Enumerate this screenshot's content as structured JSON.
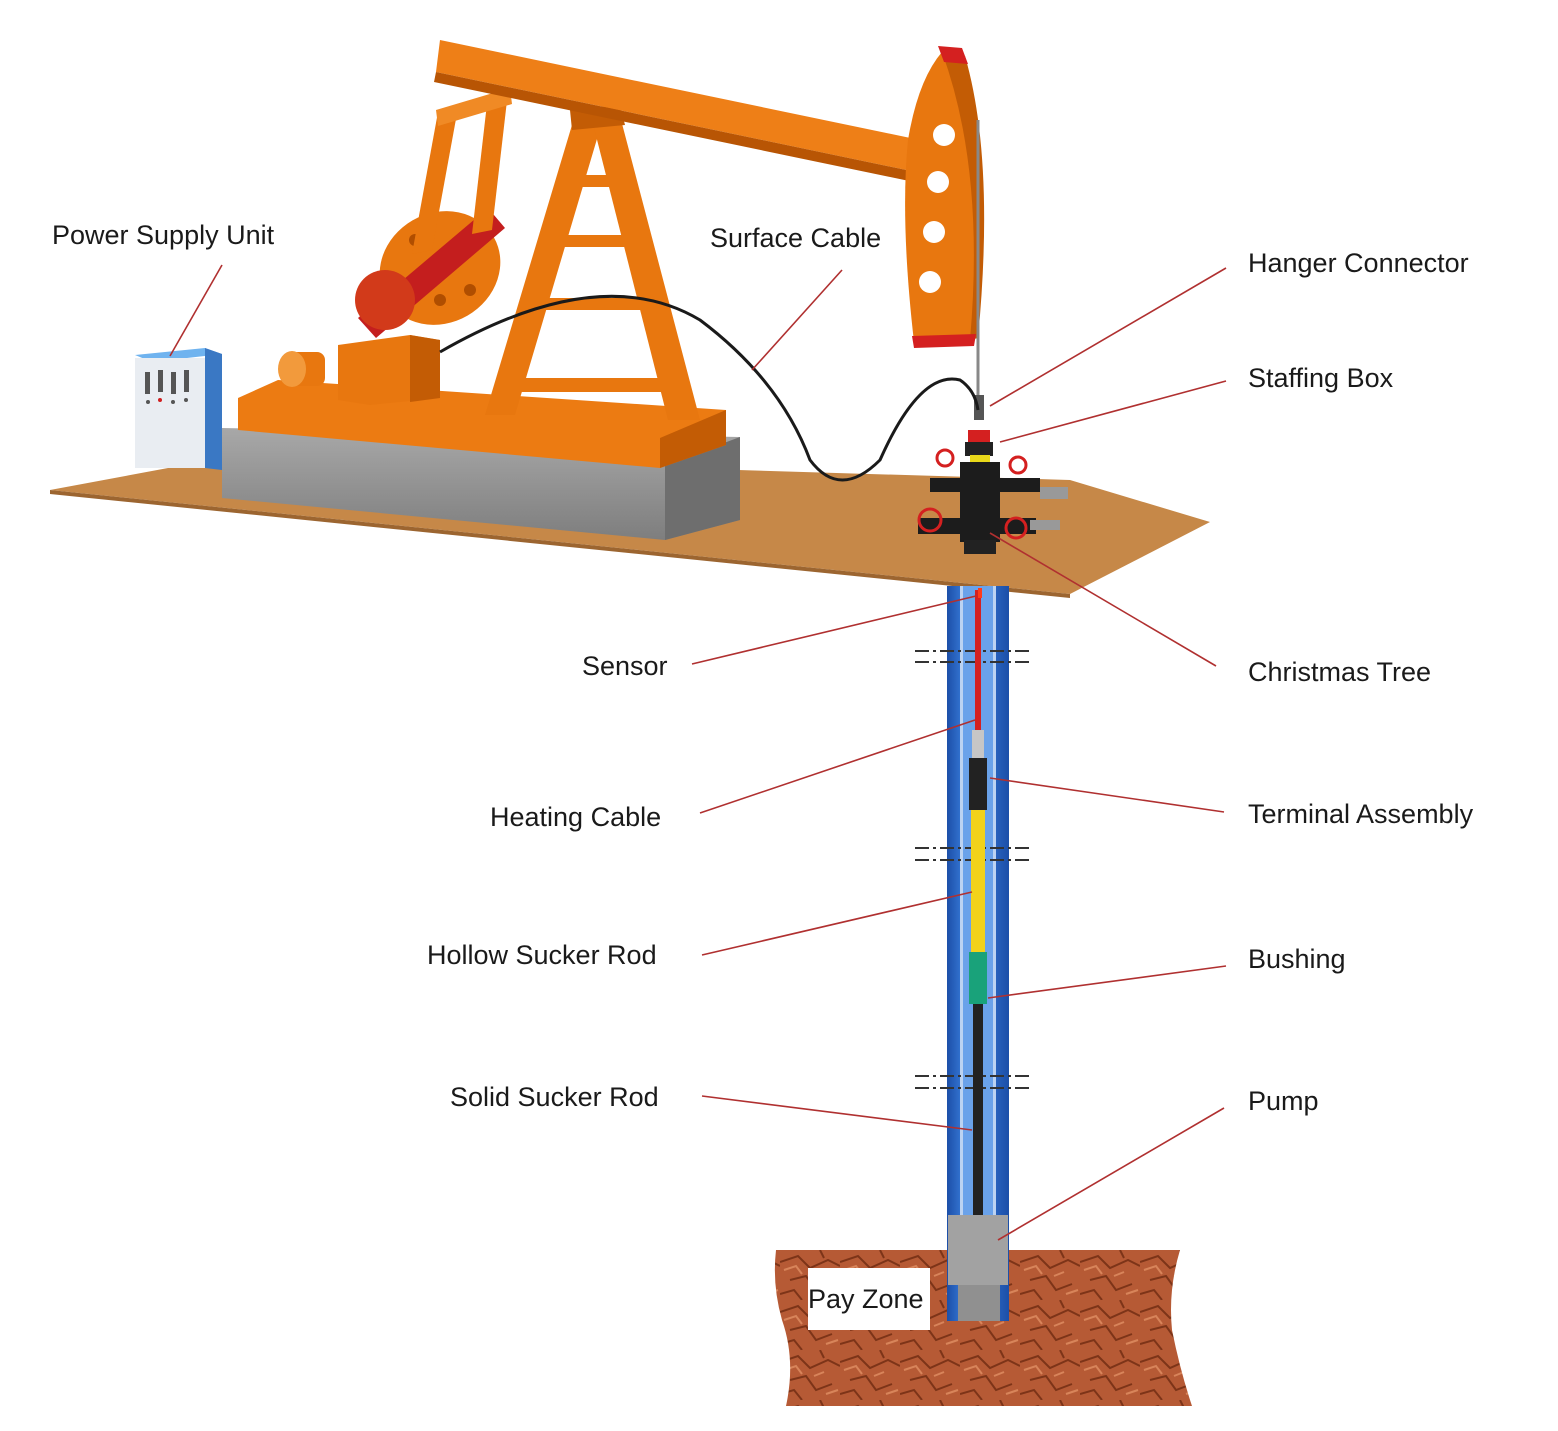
{
  "labels": {
    "power_supply_unit": "Power Supply Unit",
    "surface_cable": "Surface Cable",
    "hanger_connector": "Hanger Connector",
    "staffing_box": "Staffing Box",
    "christmas_tree": "Christmas Tree",
    "sensor": "Sensor",
    "heating_cable": "Heating Cable",
    "terminal_assembly": "Terminal Assembly",
    "hollow_sucker_rod": "Hollow Sucker Rod",
    "bushing": "Bushing",
    "solid_sucker_rod": "Solid Sucker Rod",
    "pump": "Pump",
    "pay_zone": "Pay Zone"
  },
  "colors": {
    "pumpjack_orange": "#e8770f",
    "pumpjack_dark": "#c85e05",
    "platform_brown": "#c98a4a",
    "concrete_gray": "#9a9a9a",
    "casing_blue": "#2e6fd0",
    "heating_cable_yellow": "#f2d21a",
    "sensor_red": "#e02020",
    "leader_line": "#b03030",
    "bushing_green": "#19a27a",
    "rock_red": "#b85a35",
    "control_box_blue": "#4a90d9"
  }
}
